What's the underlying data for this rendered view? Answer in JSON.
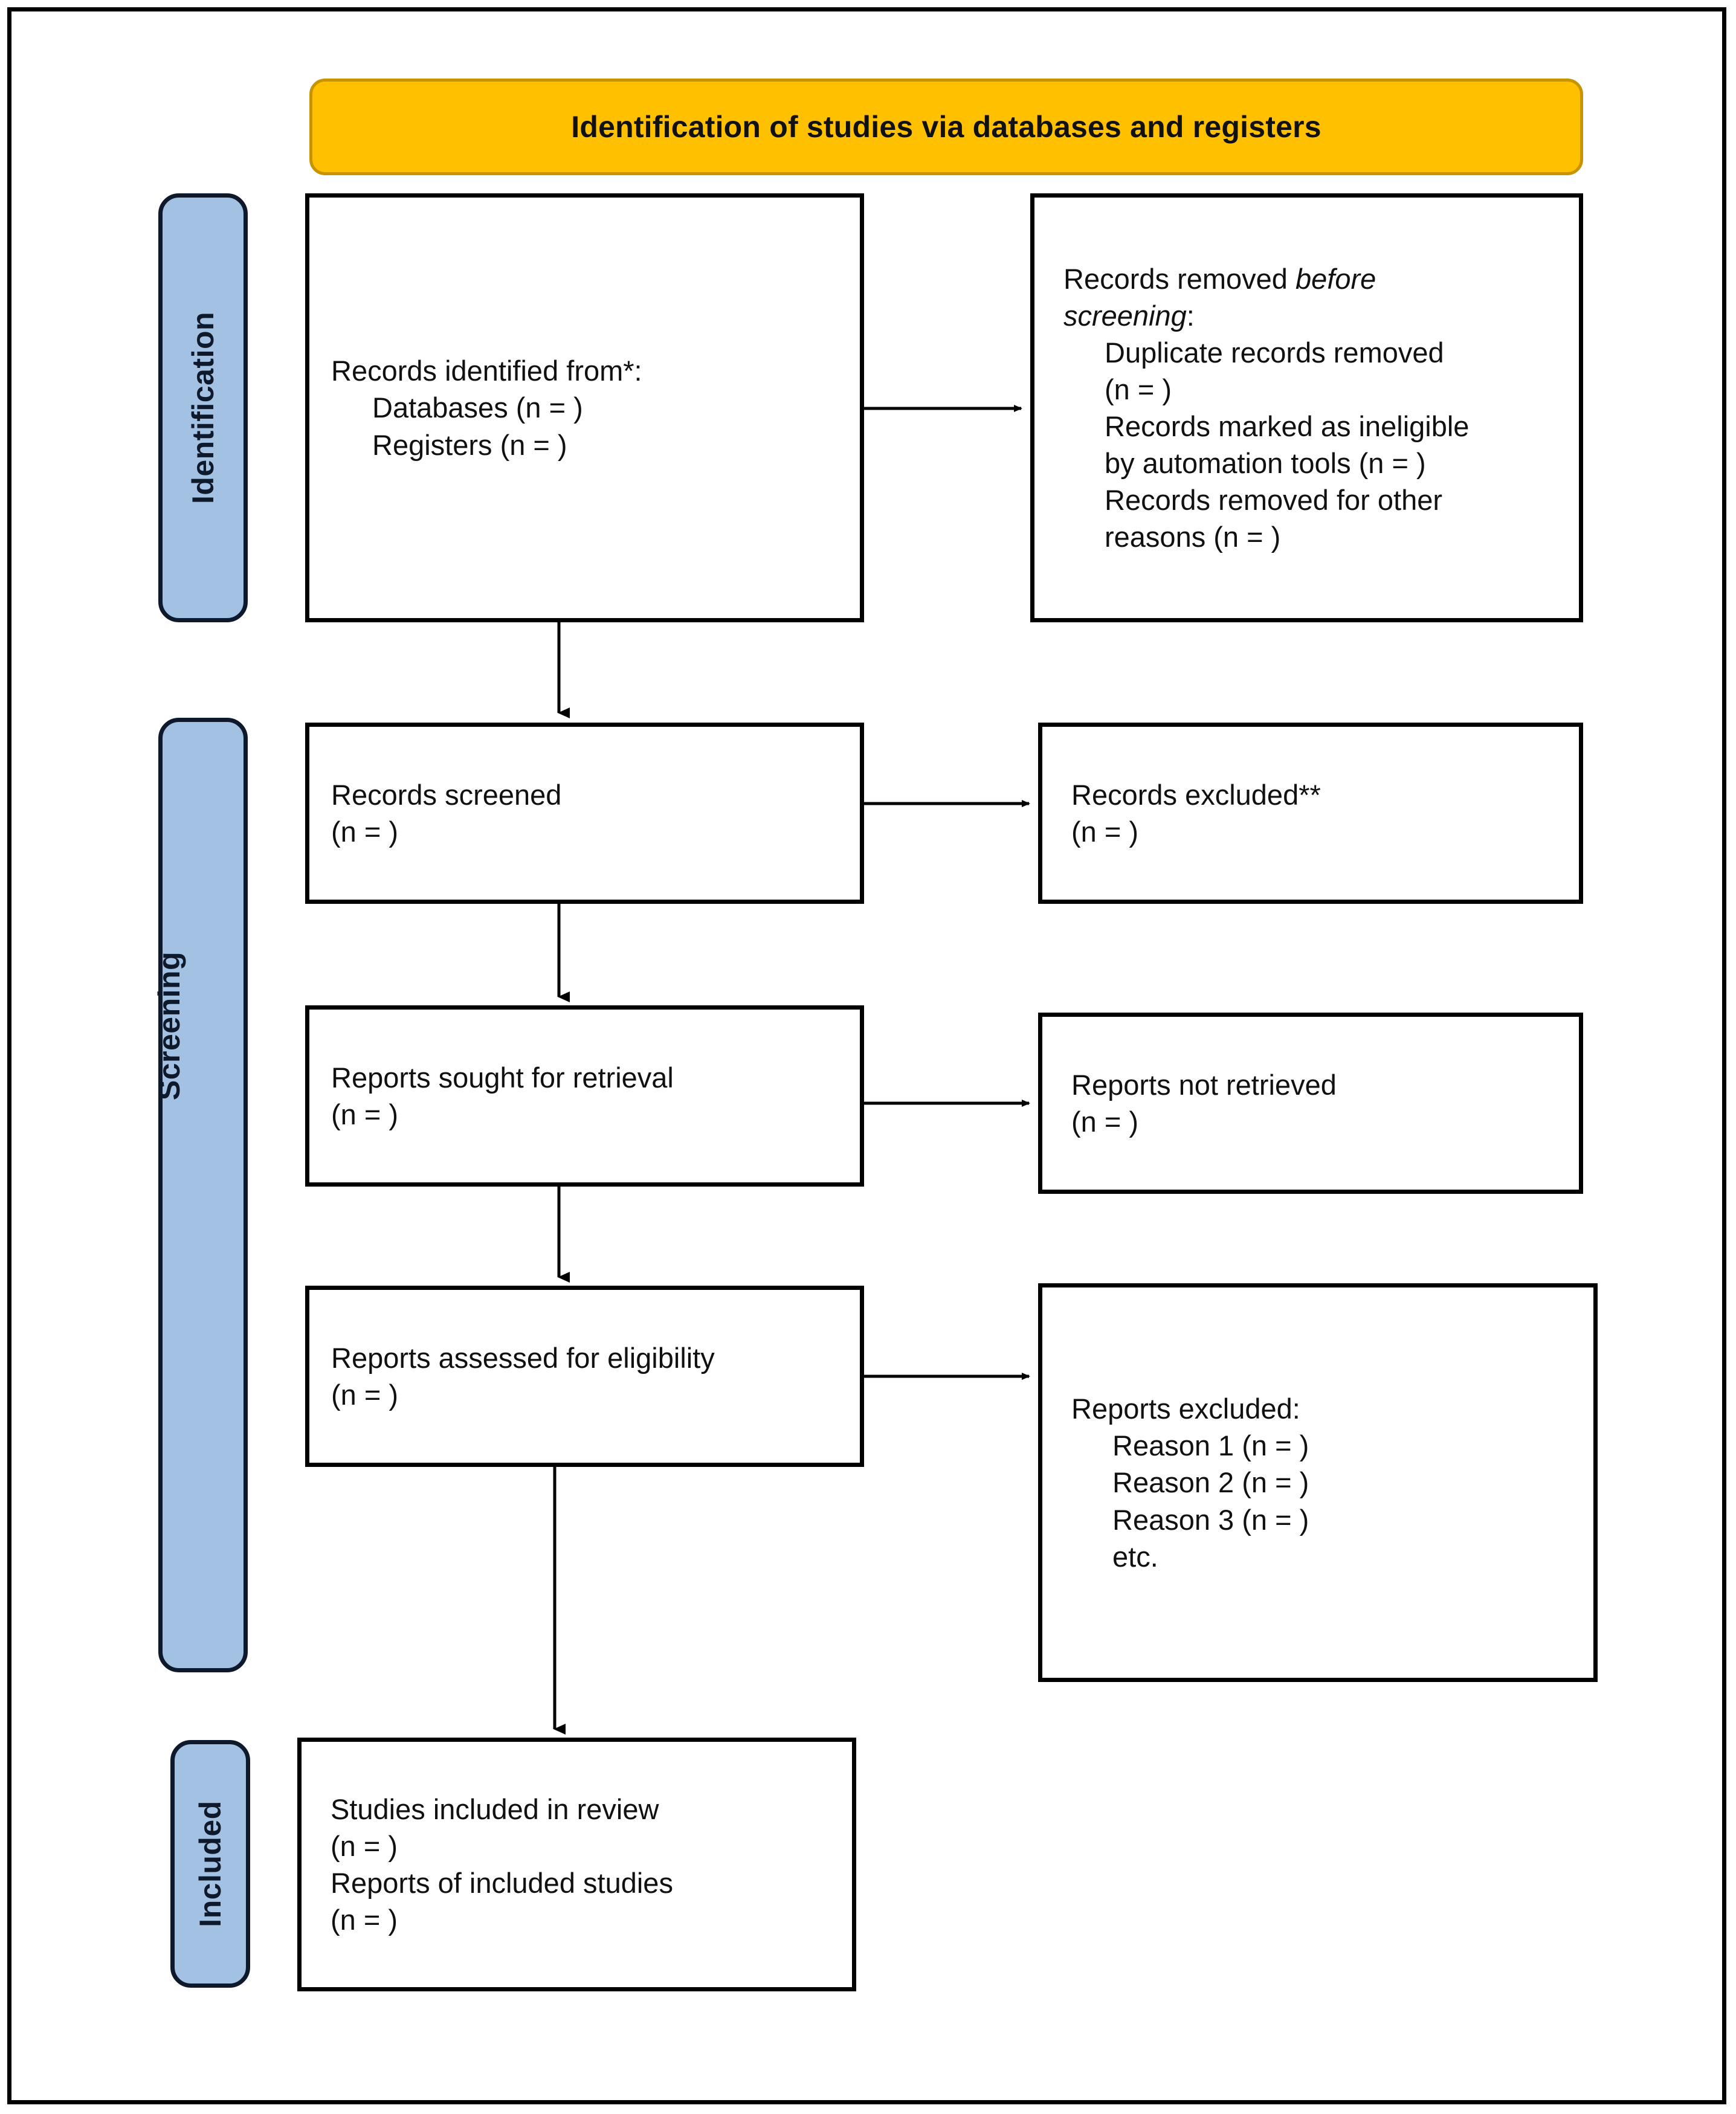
{
  "diagram": {
    "title": "Identification of studies via databases and registers",
    "colors": {
      "banner_fill": "#FFC000",
      "banner_border": "#C79400",
      "stage_fill": "#A3C2E3",
      "stage_border": "#0E1A2B",
      "box_border": "#000000",
      "text": "#111111"
    },
    "stages": [
      {
        "label": "Identification"
      },
      {
        "label": "Screening"
      },
      {
        "label": "Included"
      }
    ],
    "boxes": {
      "records_identified": {
        "lines": [
          {
            "text": "Records identified from*:",
            "indent": false
          },
          {
            "text": "Databases (n = )",
            "indent": true
          },
          {
            "text": "Registers (n = )",
            "indent": true
          }
        ]
      },
      "records_removed": {
        "lines": [
          {
            "text": "Records removed ",
            "italic_text": "before",
            "indent": false
          },
          {
            "italic_text": "screening",
            "text": ":",
            "indent": false
          },
          {
            "text": "Duplicate records removed",
            "indent": true
          },
          {
            "text": "(n = )",
            "indent": true
          },
          {
            "text": "Records marked as ineligible",
            "indent": true
          },
          {
            "text": "by automation tools (n = )",
            "indent": true
          },
          {
            "text": "Records removed for other",
            "indent": true
          },
          {
            "text": "reasons (n = )",
            "indent": true
          }
        ]
      },
      "records_screened": {
        "lines": [
          {
            "text": "Records screened",
            "indent": false
          },
          {
            "text": "(n = )",
            "indent": false
          }
        ]
      },
      "records_excluded": {
        "lines": [
          {
            "text": "Records excluded**",
            "indent": false
          },
          {
            "text": "(n = )",
            "indent": false
          }
        ]
      },
      "reports_sought": {
        "lines": [
          {
            "text": "Reports sought for retrieval",
            "indent": false
          },
          {
            "text": "(n = )",
            "indent": false
          }
        ]
      },
      "reports_not_retrieved": {
        "lines": [
          {
            "text": "Reports not retrieved",
            "indent": false
          },
          {
            "text": "(n = )",
            "indent": false
          }
        ]
      },
      "reports_assessed": {
        "lines": [
          {
            "text": "Reports assessed for eligibility",
            "indent": false
          },
          {
            "text": "(n = )",
            "indent": false
          }
        ]
      },
      "reports_excluded": {
        "lines": [
          {
            "text": "Reports excluded:",
            "indent": false
          },
          {
            "text": "Reason 1 (n = )",
            "indent": true
          },
          {
            "text": "Reason 2 (n = )",
            "indent": true
          },
          {
            "text": "Reason 3 (n = )",
            "indent": true
          },
          {
            "text": "etc.",
            "indent": true
          }
        ]
      },
      "studies_included": {
        "lines": [
          {
            "text": "Studies included in review",
            "indent": false
          },
          {
            "text": "(n = )",
            "indent": false
          },
          {
            "text": "Reports of included studies",
            "indent": false
          },
          {
            "text": "(n = )",
            "indent": false
          }
        ]
      }
    }
  }
}
